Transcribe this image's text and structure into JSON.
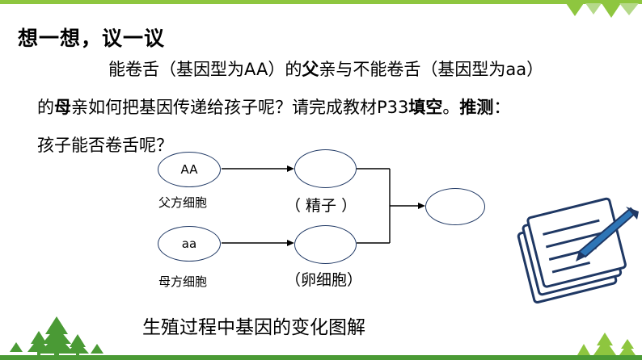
{
  "colors": {
    "accent_green": "#8ec63f",
    "tree_green": "#4a9a35",
    "ellipse_stroke": "#1f3864",
    "icon_navy": "#1f3864",
    "icon_blue": "#2e75b6"
  },
  "heading": "想一想，议一议",
  "paragraph": {
    "line1": {
      "p1": "能卷舌（基因型为AA）的",
      "b1": "父",
      "p2": "亲与不能卷舌（基因型为aa）"
    },
    "line2": {
      "p1": "的",
      "b1": "母",
      "p2": "亲如何把基因传递给孩子呢？请完成教材P33",
      "b2": "填空",
      "p3": "。",
      "b3": "推测",
      "p4": "："
    },
    "line3": "孩子能否卷舌呢？"
  },
  "diagram": {
    "father_genotype": "AA",
    "father_label": "父方细胞",
    "mother_genotype": "aa",
    "mother_label": "母方细胞",
    "sperm_label": "（ 精子 ）",
    "egg_label": "（卵细胞）",
    "caption": "生殖过程中基因的变化图解"
  },
  "icons": {
    "top_right": "triangle-flags-icon",
    "bottom_left": "pine-trees-icon",
    "bottom_right": "pine-trees-icon",
    "notepad": "notepad-with-pen-icon"
  }
}
